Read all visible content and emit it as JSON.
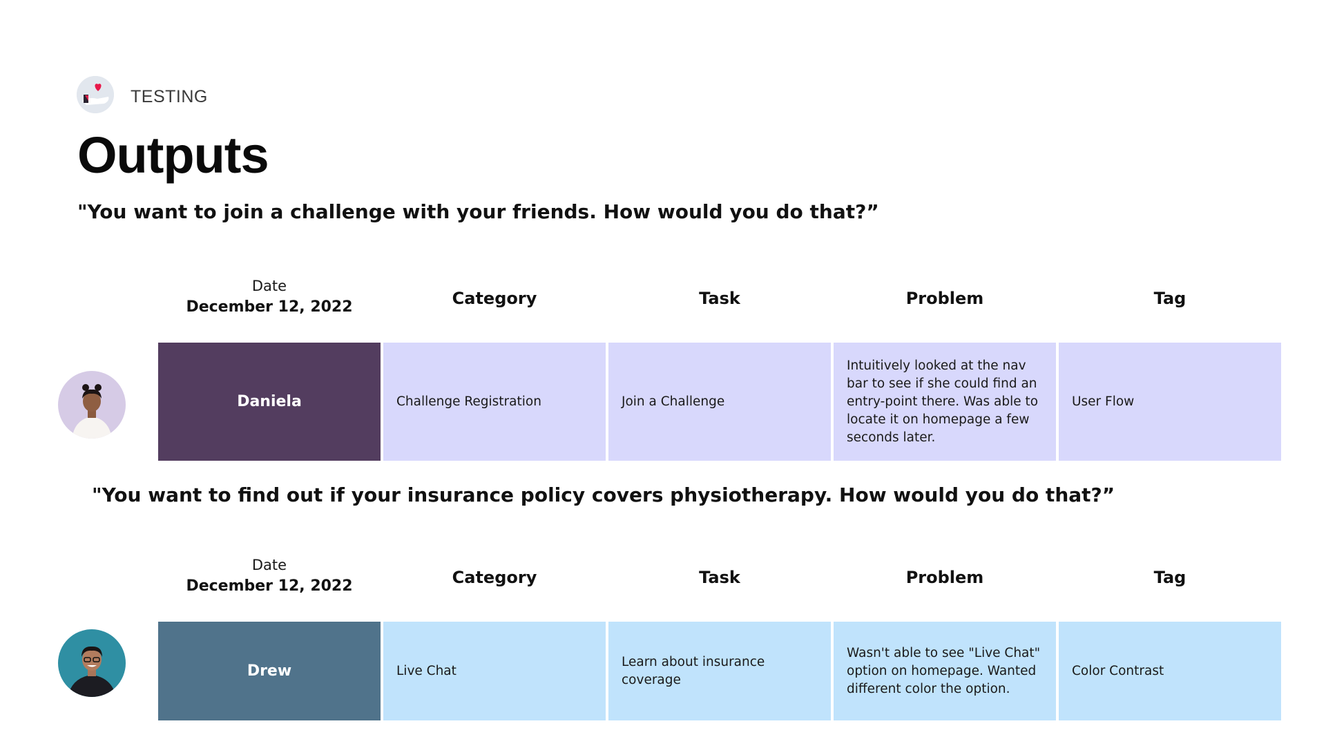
{
  "header": {
    "section_label": "TESTING",
    "title": "Outputs"
  },
  "columns": {
    "date_label": "Date",
    "category": "Category",
    "task": "Task",
    "problem": "Problem",
    "tag": "Tag"
  },
  "sessions": [
    {
      "question": "\"You want to join a challenge with your friends. How would you do that?”",
      "date": "December 12, 2022",
      "participant": "Daniela",
      "category": "Challenge Registration",
      "task": "Join a Challenge",
      "problem": "Intuitively looked at the nav bar to see if she could find an entry-point there. Was able to locate it on homepage a few seconds later.",
      "tag": "User Flow",
      "colors": {
        "name_cell": "#533d5f",
        "row_cell": "#d8d8fc"
      }
    },
    {
      "question": "\"You want to find out if your insurance policy covers physiotherapy. How would you do that?”",
      "date": "December 12, 2022",
      "participant": "Drew",
      "category": "Live Chat",
      "task": "Learn about insurance coverage",
      "problem": "Wasn't able to see \"Live Chat\" option on homepage. Wanted different color the option.",
      "tag": "Color Contrast",
      "colors": {
        "name_cell": "#50738b",
        "row_cell": "#c0e3fc"
      }
    }
  ]
}
